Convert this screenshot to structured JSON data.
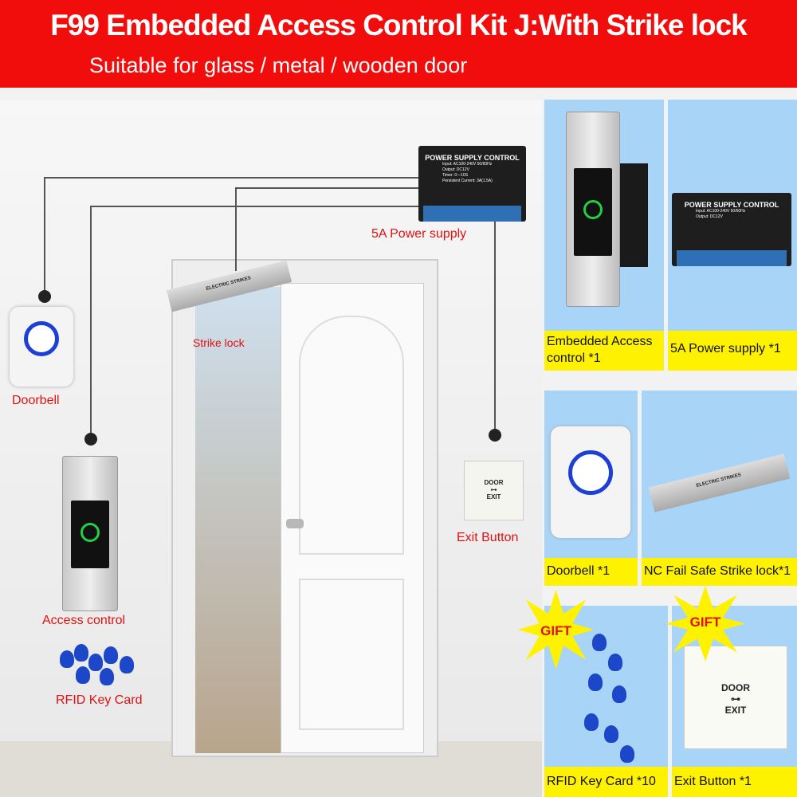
{
  "header": {
    "title": "F99 Embedded Access Control Kit J:With  Strike lock",
    "subtitle": "Suitable for glass / metal / wooden door"
  },
  "scene": {
    "power_supply": "5A Power supply",
    "strike_lock": "Strike lock",
    "doorbell": "Doorbell",
    "access_control": "Access control",
    "rfid": "RFID Key Card",
    "exit_button": "Exit Button"
  },
  "device_text": {
    "ps_title": "POWER SUPPLY CONTROL",
    "ps_input": "Input: AC100-240V 50/60Hz",
    "ps_output": "Output: DC12V",
    "ps_timer": "Timer: 0—10S",
    "ps_current": "Persistent Current: 3A(1.5A)",
    "strike": "ELECTRIC STRIKES",
    "exit_top": "DOOR",
    "exit_bottom": "EXIT"
  },
  "panels": {
    "access": "Embedded Access control *1",
    "power": "5A Power supply *1",
    "doorbell": "Doorbell *1",
    "strike": "NC Fail Safe Strike lock*1",
    "rfid": "RFID Key Card *10",
    "exit": "Exit Button *1",
    "gift": "GIFT"
  }
}
